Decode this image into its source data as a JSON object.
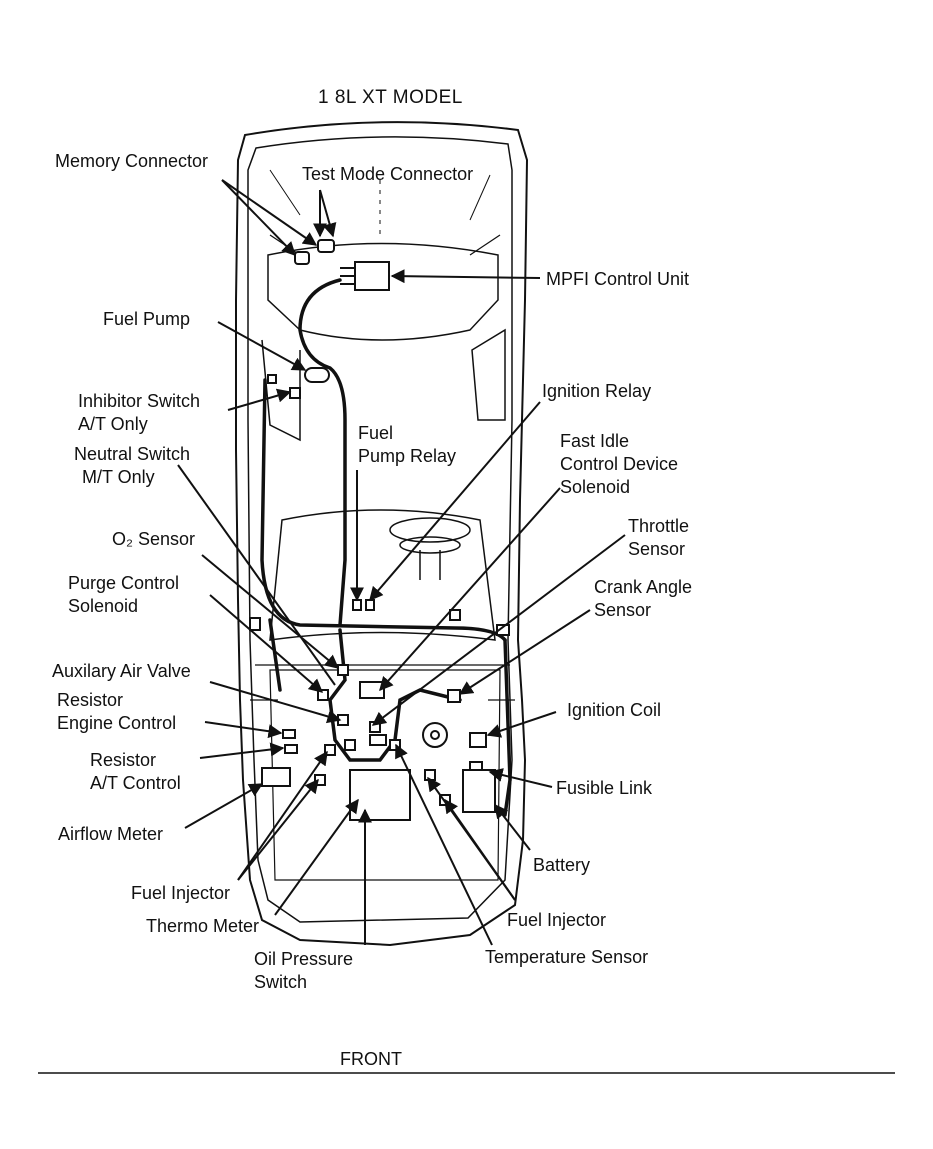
{
  "title": "1 8L XT MODEL",
  "footer": "FRONT",
  "labels": {
    "memory_connector": "Memory Connector",
    "test_mode_connector": "Test Mode Connector",
    "mpfi_control_unit": "MPFI Control Unit",
    "fuel_pump": "Fuel Pump",
    "inhibitor_switch_1": "Inhibitor Switch",
    "inhibitor_switch_2": "A/T Only",
    "fuel_pump_relay_1": "Fuel",
    "fuel_pump_relay_2": "Pump Relay",
    "ignition_relay": "Ignition Relay",
    "neutral_switch_1": "Neutral Switch",
    "neutral_switch_2": "M/T Only",
    "fast_idle_1": "Fast Idle",
    "fast_idle_2": "Control Device",
    "fast_idle_3": "Solenoid",
    "o2_sensor": "O₂ Sensor",
    "throttle_sensor_1": "Throttle",
    "throttle_sensor_2": "Sensor",
    "purge_control_1": "Purge Control",
    "purge_control_2": "Solenoid",
    "crank_angle_1": "Crank Angle",
    "crank_angle_2": "Sensor",
    "auxiliary_air_valve": "Auxilary Air Valve",
    "resistor_engine_1": "Resistor",
    "resistor_engine_2": "Engine Control",
    "ignition_coil": "Ignition Coil",
    "resistor_at_1": "Resistor",
    "resistor_at_2": "A/T Control",
    "fusible_link": "Fusible Link",
    "airflow_meter": "Airflow Meter",
    "battery": "Battery",
    "fuel_injector_left": "Fuel Injector",
    "thermo_meter": "Thermo Meter",
    "fuel_injector_right": "Fuel Injector",
    "oil_pressure_1": "Oil Pressure",
    "oil_pressure_2": "Switch",
    "temperature_sensor": "Temperature Sensor"
  },
  "colors": {
    "ink": "#111111",
    "paper": "#ffffff"
  }
}
